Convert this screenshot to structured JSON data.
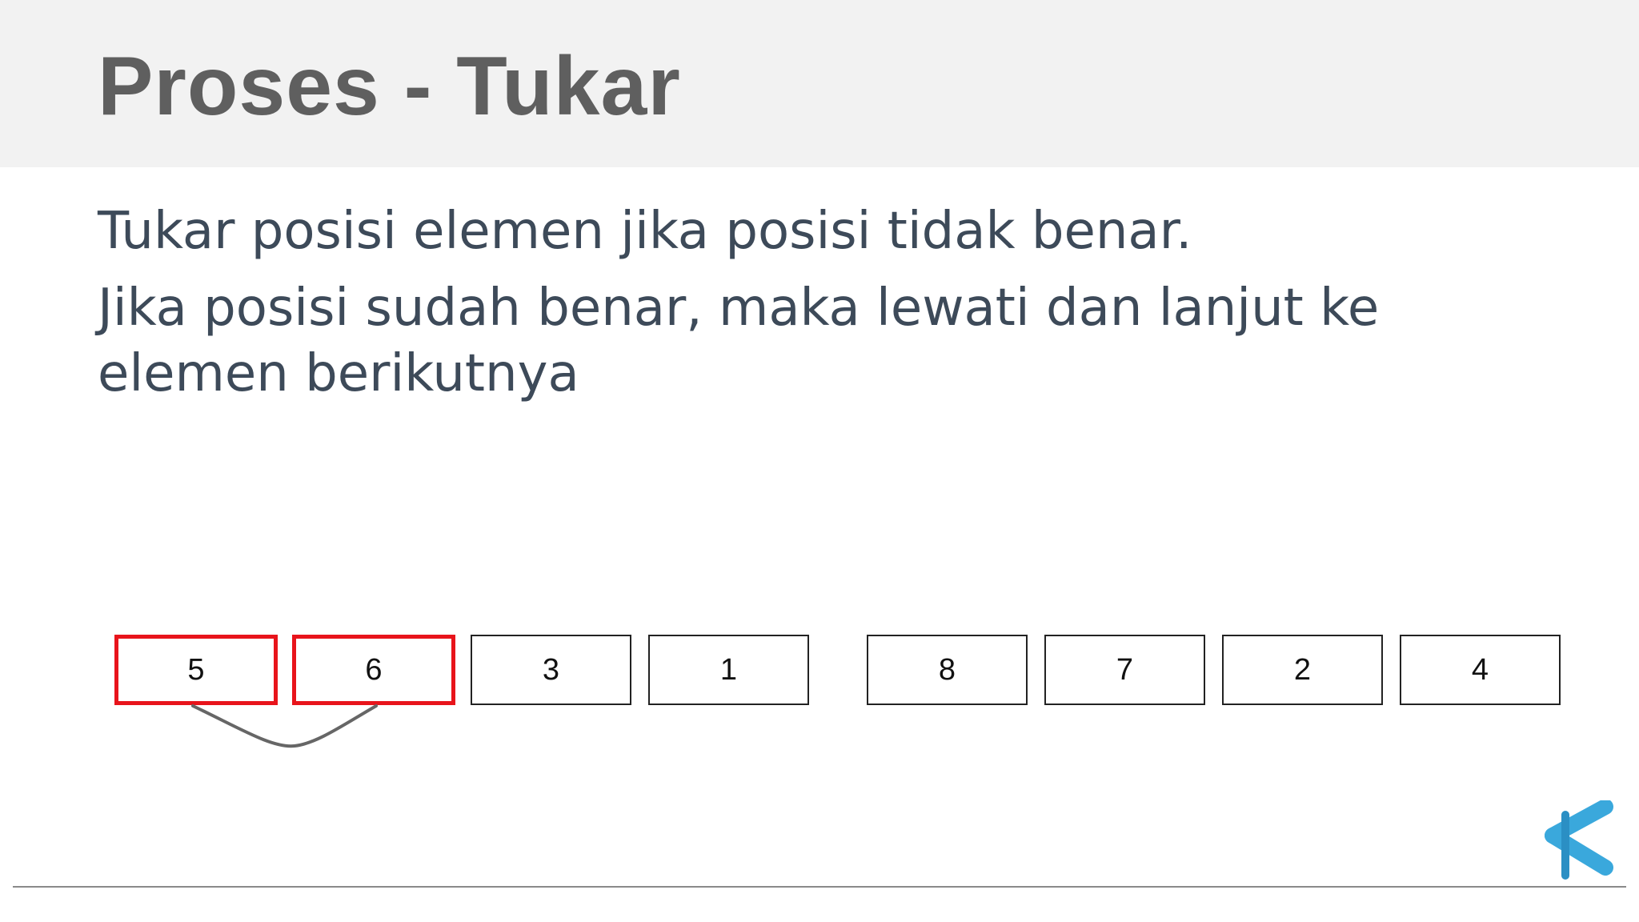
{
  "slide": {
    "title": "Proses - Tukar",
    "paragraphs": [
      "Tukar posisi elemen jika posisi tidak benar.",
      "Jika posisi sudah benar, maka lewati dan lanjut ke elemen berikutnya"
    ]
  },
  "array": {
    "values": [
      "5",
      "6",
      "3",
      "1",
      "8",
      "7",
      "2",
      "4"
    ],
    "highlighted": [
      0,
      1
    ],
    "highlight_color": "#e8141b",
    "swap_connector": "arc-between-0-and-1"
  },
  "logo": {
    "icon": "k-arrow-logo-icon",
    "color": "#3aa8dc"
  }
}
